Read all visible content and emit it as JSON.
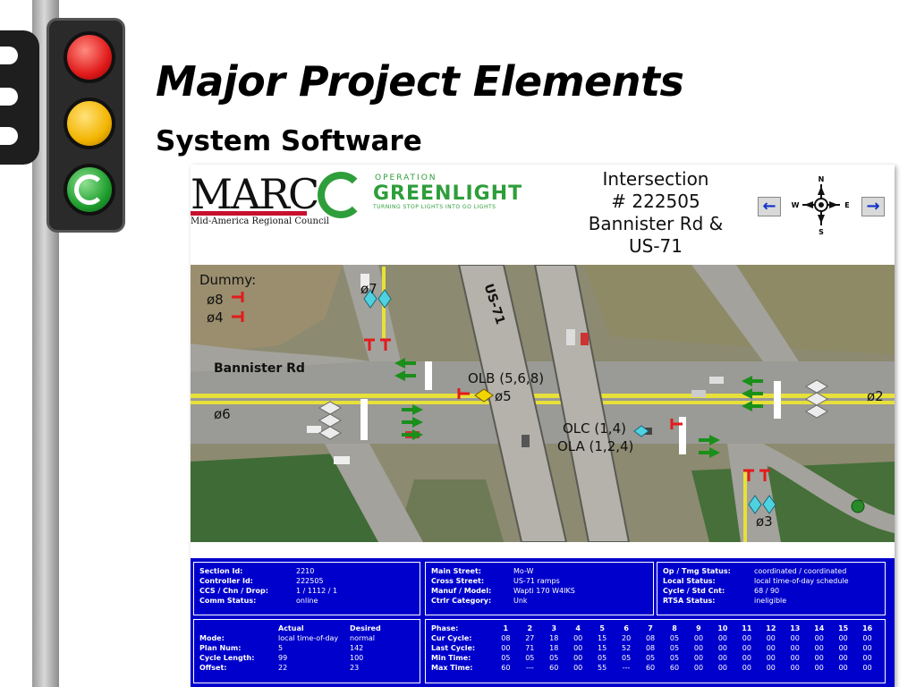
{
  "slide": {
    "title": "Major Project Elements",
    "subtitle": "System Software"
  },
  "header": {
    "marc_logo": "MARC",
    "marc_sub": "Mid-America Regional Council",
    "og_operation": "OPERATION",
    "og_greenlight": "GREENLIGHT",
    "og_tagline": "TURNING STOP LIGHTS INTO GO LIGHTS",
    "intersection_lines": [
      "Intersection",
      "# 222505",
      "Bannister Rd &",
      "US-71"
    ],
    "nav_prev": "←",
    "nav_next": "→",
    "compass": {
      "n": "N",
      "s": "S",
      "e": "E",
      "w": "W"
    }
  },
  "map": {
    "dummy_label": "Dummy:",
    "phase_8": "ø8",
    "phase_4": "ø4",
    "phase_7": "ø7",
    "road_us71": "US-71",
    "road_bannister": "Bannister Rd",
    "phase_6": "ø6",
    "olb": "OLB (5,6,8)",
    "phase_5": "ø5",
    "olc": "OLC (1,4)",
    "ola": "OLA (1,2,4)",
    "phase_2": "ø2",
    "phase_3": "ø3"
  },
  "status": {
    "section": {
      "section_id_k": "Section Id:",
      "section_id_v": "2210",
      "controller_id_k": "Controller Id:",
      "controller_id_v": "222505",
      "ccs_k": "CCS / Chn / Drop:",
      "ccs_v": "1 / 1112 / 1",
      "comm_k": "Comm Status:",
      "comm_v": "online"
    },
    "street": {
      "main_k": "Main Street:",
      "main_v": "Mo-W",
      "cross_k": "Cross Street:",
      "cross_v": "US-71 ramps",
      "manuf_k": "Manuf / Model:",
      "manuf_v": "Wapti 170 W4IKS",
      "ctrlr_k": "Ctrlr Category:",
      "ctrlr_v": "Unk"
    },
    "op": {
      "op_k": "Op / Tmg Status:",
      "op_v": "coordinated / coordinated",
      "local_k": "Local Status:",
      "local_v": "local time-of-day schedule",
      "cycle_k": "Cycle / Std Cnt:",
      "cycle_v": "68 / 90",
      "rtsa_k": "RTSA Status:",
      "rtsa_v": "ineligible"
    },
    "mode": {
      "col_actual": "Actual",
      "col_desired": "Desired",
      "rows": [
        {
          "k": "Mode:",
          "actual": "local time-of-day",
          "desired": "normal"
        },
        {
          "k": "Plan Num:",
          "actual": "5",
          "desired": "142"
        },
        {
          "k": "Cycle Length:",
          "actual": "99",
          "desired": "100"
        },
        {
          "k": "Offset:",
          "actual": "22",
          "desired": "23"
        }
      ]
    },
    "phases": {
      "header": [
        "Phase:",
        "1",
        "2",
        "3",
        "4",
        "5",
        "6",
        "7",
        "8",
        "9",
        "10",
        "11",
        "12",
        "13",
        "14",
        "15",
        "16"
      ],
      "rows": [
        [
          "Cur Cycle:",
          "08",
          "27",
          "18",
          "00",
          "15",
          "20",
          "08",
          "05",
          "00",
          "00",
          "00",
          "00",
          "00",
          "00",
          "00",
          "00"
        ],
        [
          "Last Cycle:",
          "00",
          "71",
          "18",
          "00",
          "15",
          "52",
          "08",
          "05",
          "00",
          "00",
          "00",
          "00",
          "00",
          "00",
          "00",
          "00"
        ],
        [
          "Min Time:",
          "05",
          "05",
          "05",
          "00",
          "05",
          "05",
          "05",
          "05",
          "00",
          "00",
          "00",
          "00",
          "00",
          "00",
          "00",
          "00"
        ],
        [
          "Max Time:",
          "60",
          "---",
          "60",
          "00",
          "55",
          "---",
          "60",
          "60",
          "00",
          "00",
          "00",
          "00",
          "00",
          "00",
          "00",
          "00"
        ]
      ]
    }
  },
  "colors": {
    "panel_blue": "#0000cc",
    "greenlight_green": "#2e9e3a",
    "marc_red": "#c8102e"
  }
}
